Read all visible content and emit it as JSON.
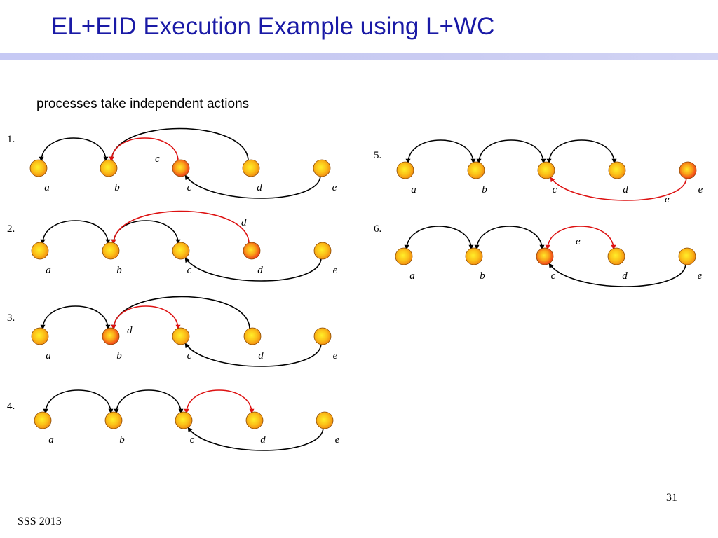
{
  "slide": {
    "title": "EL+EID Execution Example using L+WC",
    "subtitle": "processes take independent actions",
    "footer": "SSS 2013",
    "page_number": "31"
  },
  "colors": {
    "title": "#1a1aa6",
    "black_arrow": "#000000",
    "red_arrow": "#dd1111",
    "node_fill_center": "#ffee22",
    "node_fill_edge": "#f08a10",
    "node_outline": "#8a4a00",
    "active_node_edge": "#ee2a1a"
  },
  "diagrams": [
    {
      "step": "1.",
      "labels": [
        "a",
        "b",
        "c",
        "d",
        "e"
      ],
      "active": [
        2
      ],
      "arrows": [
        {
          "from": 1,
          "to": 0,
          "side": "top",
          "color": "black",
          "heads": "both"
        },
        {
          "from": 3,
          "to": 1,
          "side": "top",
          "color": "black",
          "heads": "end"
        },
        {
          "from": 2,
          "to": 1,
          "side": "top",
          "color": "red",
          "heads": "end"
        },
        {
          "from": 4,
          "to": 2,
          "side": "bottom",
          "color": "black",
          "heads": "end"
        }
      ],
      "message": {
        "text": "c"
      }
    },
    {
      "step": "2.",
      "labels": [
        "a",
        "b",
        "c",
        "d",
        "e"
      ],
      "active": [
        3
      ],
      "arrows": [
        {
          "from": 1,
          "to": 0,
          "side": "top",
          "color": "black",
          "heads": "both"
        },
        {
          "from": 1,
          "to": 2,
          "side": "top",
          "color": "black",
          "heads": "both"
        },
        {
          "from": 3,
          "to": 1,
          "side": "top",
          "color": "red",
          "heads": "end"
        },
        {
          "from": 4,
          "to": 2,
          "side": "bottom",
          "color": "black",
          "heads": "end"
        }
      ],
      "message": {
        "text": "d"
      }
    },
    {
      "step": "3.",
      "labels": [
        "a",
        "b",
        "c",
        "d",
        "e"
      ],
      "active": [
        1
      ],
      "arrows": [
        {
          "from": 1,
          "to": 0,
          "side": "top",
          "color": "black",
          "heads": "both"
        },
        {
          "from": 3,
          "to": 1,
          "side": "top",
          "color": "black",
          "heads": "end"
        },
        {
          "from": 1,
          "to": 2,
          "side": "top",
          "color": "red",
          "heads": "both"
        },
        {
          "from": 4,
          "to": 2,
          "side": "bottom",
          "color": "black",
          "heads": "end"
        }
      ],
      "message": {
        "text": "d"
      }
    },
    {
      "step": "4.",
      "labels": [
        "a",
        "b",
        "c",
        "d",
        "e"
      ],
      "active": [],
      "arrows": [
        {
          "from": 0,
          "to": 1,
          "side": "top",
          "color": "black",
          "heads": "both"
        },
        {
          "from": 1,
          "to": 2,
          "side": "top",
          "color": "black",
          "heads": "both"
        },
        {
          "from": 2,
          "to": 3,
          "side": "top",
          "color": "red",
          "heads": "both"
        },
        {
          "from": 4,
          "to": 2,
          "side": "bottom",
          "color": "black",
          "heads": "end"
        }
      ],
      "message": {
        "text": ""
      }
    },
    {
      "step": "5.",
      "labels": [
        "a",
        "b",
        "c",
        "d",
        "e"
      ],
      "active": [
        4
      ],
      "arrows": [
        {
          "from": 0,
          "to": 1,
          "side": "top",
          "color": "black",
          "heads": "both"
        },
        {
          "from": 1,
          "to": 2,
          "side": "top",
          "color": "black",
          "heads": "both"
        },
        {
          "from": 2,
          "to": 3,
          "side": "top",
          "color": "black",
          "heads": "both"
        },
        {
          "from": 4,
          "to": 2,
          "side": "bottom",
          "color": "red",
          "heads": "end"
        }
      ],
      "message": {
        "text": "e"
      }
    },
    {
      "step": "6.",
      "labels": [
        "a",
        "b",
        "c",
        "d",
        "e"
      ],
      "active": [
        2
      ],
      "arrows": [
        {
          "from": 0,
          "to": 1,
          "side": "top",
          "color": "black",
          "heads": "both"
        },
        {
          "from": 1,
          "to": 2,
          "side": "top",
          "color": "black",
          "heads": "both"
        },
        {
          "from": 2,
          "to": 3,
          "side": "top",
          "color": "red",
          "heads": "both"
        },
        {
          "from": 4,
          "to": 2,
          "side": "bottom",
          "color": "black",
          "heads": "end"
        }
      ],
      "message": {
        "text": "e"
      }
    }
  ]
}
